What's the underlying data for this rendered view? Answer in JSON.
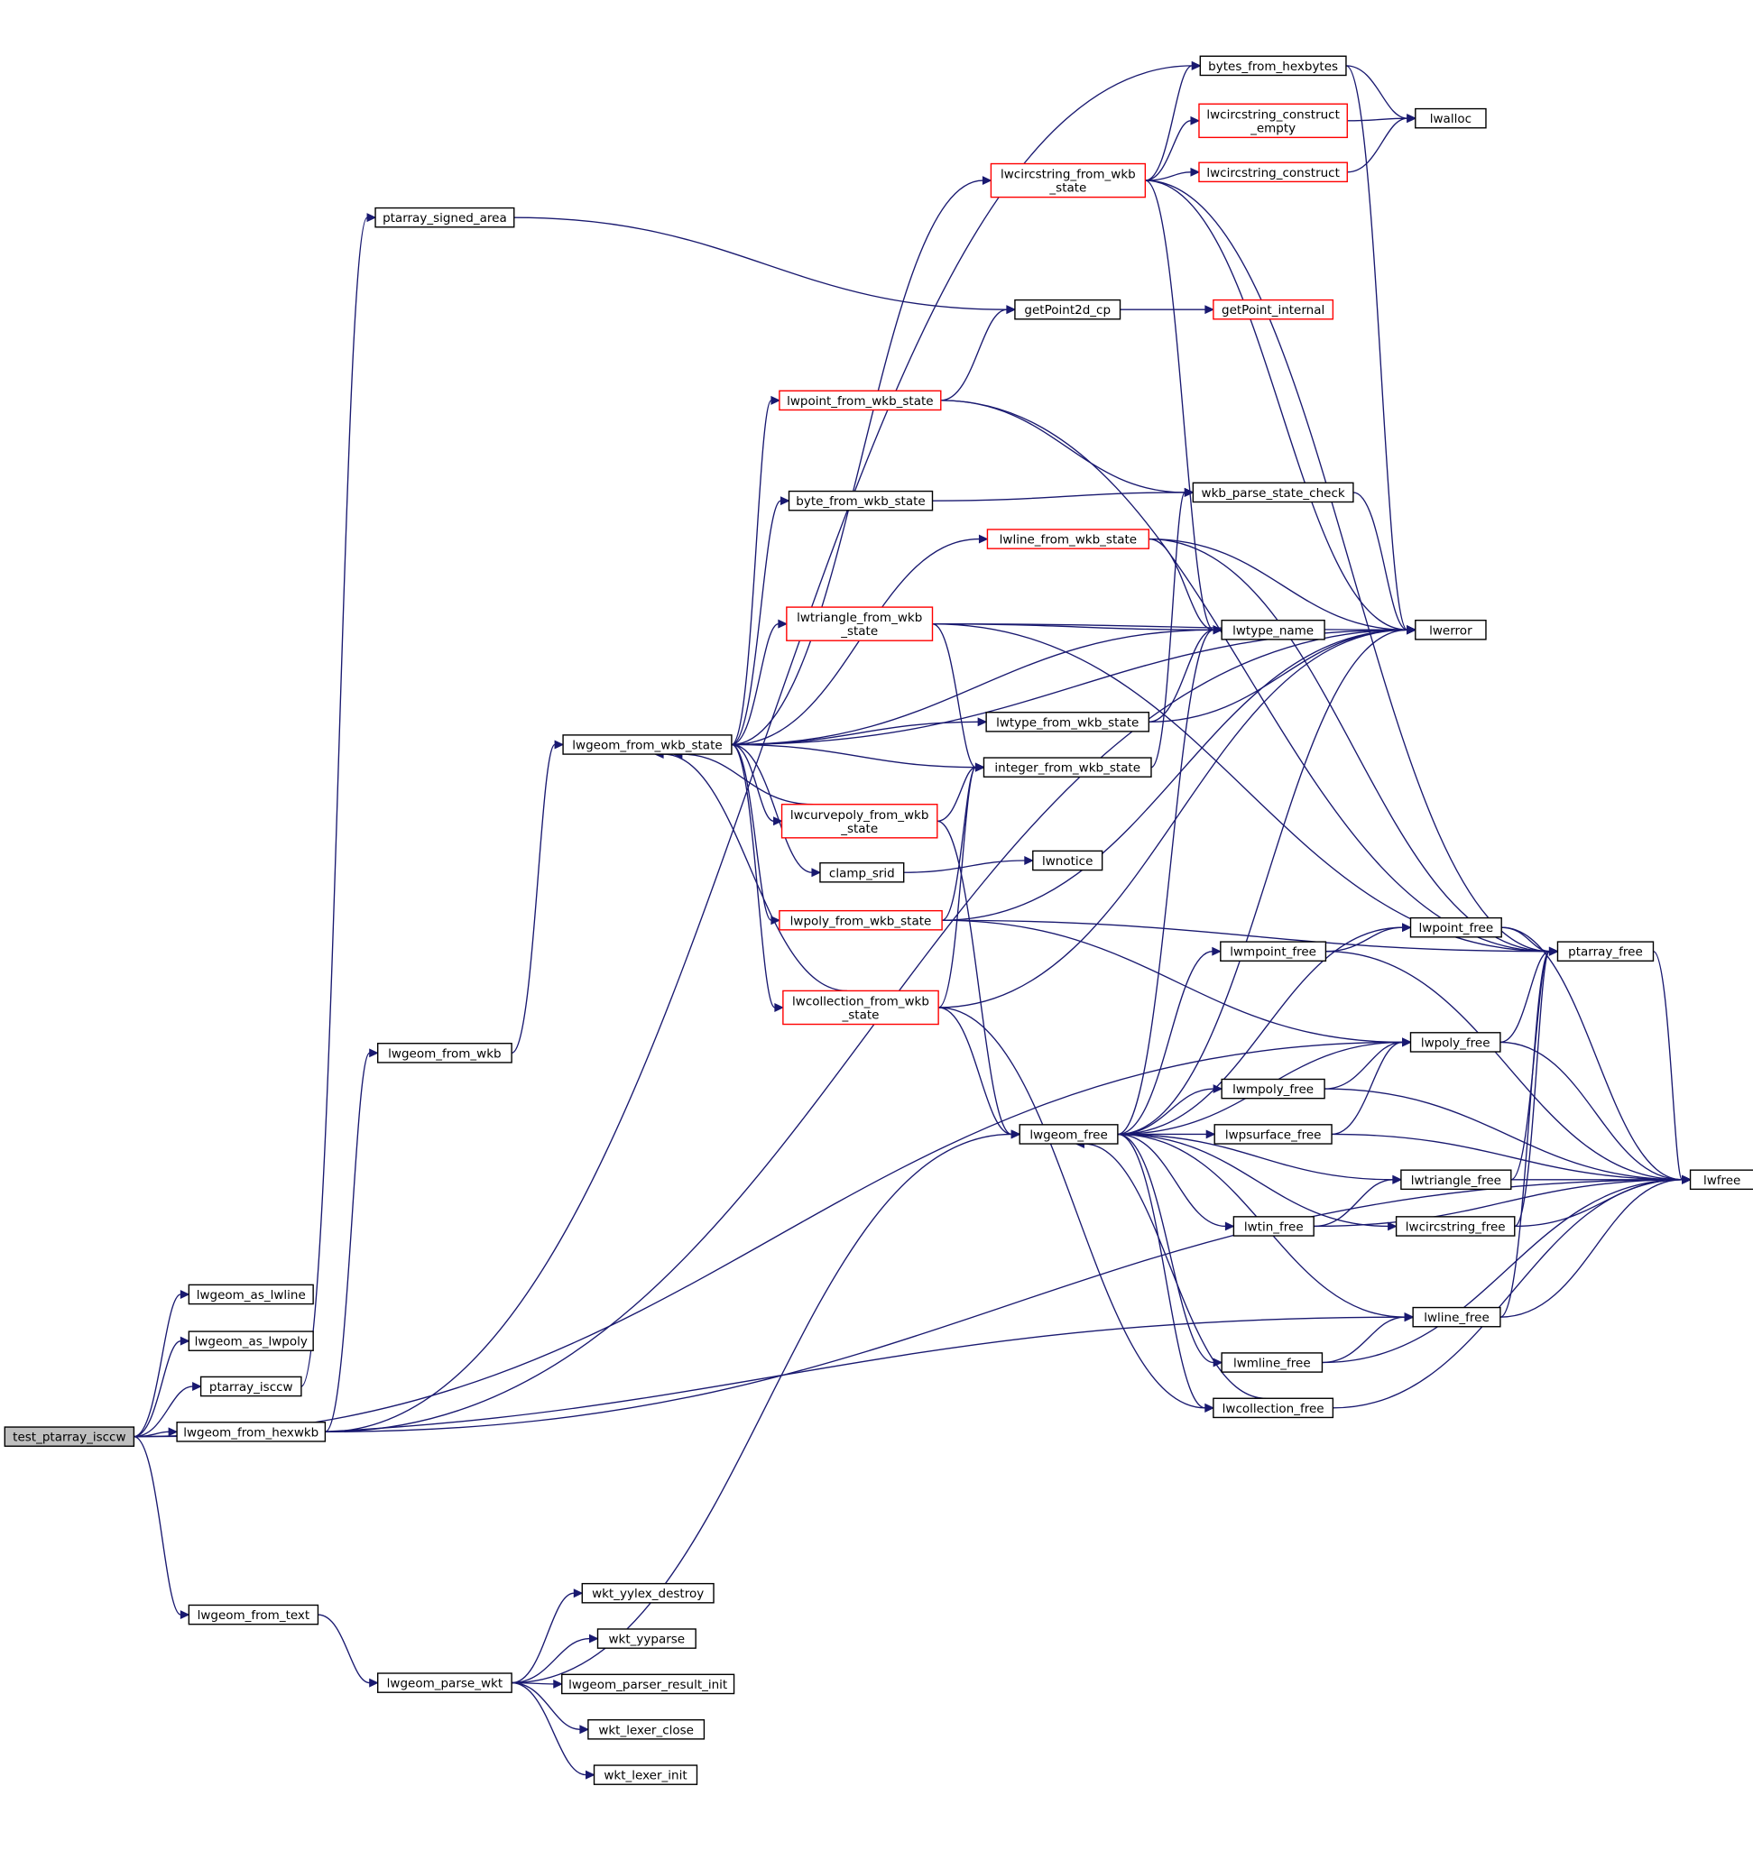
{
  "colors": {
    "edge": "#191970",
    "node_border_default": "#000000",
    "node_border_red": "#ff0000",
    "root_fill": "#bfbfbf",
    "node_fill": "#ffffff"
  },
  "nodes": [
    {
      "id": "test_ptarray_isccw",
      "lines": [
        "test_ptarray_isccw"
      ],
      "root": true
    },
    {
      "id": "lwgeom_as_lwline",
      "lines": [
        "lwgeom_as_lwline"
      ]
    },
    {
      "id": "lwgeom_as_lwpoly",
      "lines": [
        "lwgeom_as_lwpoly"
      ]
    },
    {
      "id": "ptarray_isccw",
      "lines": [
        "ptarray_isccw"
      ]
    },
    {
      "id": "lwgeom_from_hexwkb",
      "lines": [
        "lwgeom_from_hexwkb"
      ]
    },
    {
      "id": "lwgeom_from_text",
      "lines": [
        "lwgeom_from_text"
      ]
    },
    {
      "id": "ptarray_signed_area",
      "lines": [
        "ptarray_signed_area"
      ]
    },
    {
      "id": "lwgeom_from_wkb",
      "lines": [
        "lwgeom_from_wkb"
      ]
    },
    {
      "id": "lwgeom_parse_wkt",
      "lines": [
        "lwgeom_parse_wkt"
      ]
    },
    {
      "id": "lwgeom_from_wkb_state",
      "lines": [
        "lwgeom_from_wkb_state"
      ]
    },
    {
      "id": "wkt_yylex_destroy",
      "lines": [
        "wkt_yylex_destroy"
      ]
    },
    {
      "id": "wkt_yyparse",
      "lines": [
        "wkt_yyparse"
      ]
    },
    {
      "id": "lwgeom_parser_result_init",
      "lines": [
        "lwgeom_parser_result_init"
      ]
    },
    {
      "id": "wkt_lexer_close",
      "lines": [
        "wkt_lexer_close"
      ]
    },
    {
      "id": "wkt_lexer_init",
      "lines": [
        "wkt_lexer_init"
      ]
    },
    {
      "id": "lwpoint_from_wkb_state",
      "lines": [
        "lwpoint_from_wkb_state"
      ],
      "red": true
    },
    {
      "id": "byte_from_wkb_state",
      "lines": [
        "byte_from_wkb_state"
      ]
    },
    {
      "id": "lwtriangle_from_wkb_state",
      "lines": [
        "lwtriangle_from_wkb",
        "_state"
      ],
      "red": true
    },
    {
      "id": "lwcurvepoly_from_wkb_state",
      "lines": [
        "lwcurvepoly_from_wkb",
        "_state"
      ],
      "red": true
    },
    {
      "id": "clamp_srid",
      "lines": [
        "clamp_srid"
      ]
    },
    {
      "id": "lwpoly_from_wkb_state",
      "lines": [
        "lwpoly_from_wkb_state"
      ],
      "red": true
    },
    {
      "id": "lwcollection_from_wkb_state",
      "lines": [
        "lwcollection_from_wkb",
        "_state"
      ],
      "red": true
    },
    {
      "id": "lwcircstring_from_wkb_state",
      "lines": [
        "lwcircstring_from_wkb",
        "_state"
      ],
      "red": true
    },
    {
      "id": "getPoint2d_cp",
      "lines": [
        "getPoint2d_cp"
      ]
    },
    {
      "id": "lwline_from_wkb_state",
      "lines": [
        "lwline_from_wkb_state"
      ],
      "red": true
    },
    {
      "id": "lwtype_from_wkb_state",
      "lines": [
        "lwtype_from_wkb_state"
      ]
    },
    {
      "id": "integer_from_wkb_state",
      "lines": [
        "integer_from_wkb_state"
      ]
    },
    {
      "id": "lwnotice",
      "lines": [
        "lwnotice"
      ]
    },
    {
      "id": "lwgeom_free",
      "lines": [
        "lwgeom_free"
      ]
    },
    {
      "id": "bytes_from_hexbytes",
      "lines": [
        "bytes_from_hexbytes"
      ]
    },
    {
      "id": "lwcircstring_construct_empty",
      "lines": [
        "lwcircstring_construct",
        "_empty"
      ],
      "red": true
    },
    {
      "id": "lwcircstring_construct",
      "lines": [
        "lwcircstring_construct"
      ],
      "red": true
    },
    {
      "id": "getPoint_internal",
      "lines": [
        "getPoint_internal"
      ],
      "red": true
    },
    {
      "id": "wkb_parse_state_check",
      "lines": [
        "wkb_parse_state_check"
      ]
    },
    {
      "id": "lwtype_name",
      "lines": [
        "lwtype_name"
      ]
    },
    {
      "id": "lwmpoint_free",
      "lines": [
        "lwmpoint_free"
      ]
    },
    {
      "id": "lwmpoly_free",
      "lines": [
        "lwmpoly_free"
      ]
    },
    {
      "id": "lwpsurface_free",
      "lines": [
        "lwpsurface_free"
      ]
    },
    {
      "id": "lwtin_free",
      "lines": [
        "lwtin_free"
      ]
    },
    {
      "id": "lwmline_free",
      "lines": [
        "lwmline_free"
      ]
    },
    {
      "id": "lwcollection_free",
      "lines": [
        "lwcollection_free"
      ]
    },
    {
      "id": "lwalloc",
      "lines": [
        "lwalloc"
      ]
    },
    {
      "id": "lwerror",
      "lines": [
        "lwerror"
      ]
    },
    {
      "id": "lwpoint_free",
      "lines": [
        "lwpoint_free"
      ]
    },
    {
      "id": "lwpoly_free",
      "lines": [
        "lwpoly_free"
      ]
    },
    {
      "id": "lwtriangle_free",
      "lines": [
        "lwtriangle_free"
      ]
    },
    {
      "id": "lwcircstring_free",
      "lines": [
        "lwcircstring_free"
      ]
    },
    {
      "id": "lwline_free",
      "lines": [
        "lwline_free"
      ]
    },
    {
      "id": "ptarray_free",
      "lines": [
        "ptarray_free"
      ]
    },
    {
      "id": "lwfree",
      "lines": [
        "lwfree"
      ]
    }
  ],
  "edges": [
    [
      "test_ptarray_isccw",
      "lwgeom_as_lwline"
    ],
    [
      "test_ptarray_isccw",
      "lwgeom_as_lwpoly"
    ],
    [
      "test_ptarray_isccw",
      "ptarray_isccw"
    ],
    [
      "test_ptarray_isccw",
      "lwgeom_from_hexwkb"
    ],
    [
      "test_ptarray_isccw",
      "lwgeom_from_text"
    ],
    [
      "test_ptarray_isccw",
      "lwline_free"
    ],
    [
      "test_ptarray_isccw",
      "lwpoly_free"
    ],
    [
      "ptarray_isccw",
      "ptarray_signed_area"
    ],
    [
      "ptarray_signed_area",
      "getPoint2d_cp"
    ],
    [
      "lwgeom_from_hexwkb",
      "lwgeom_from_wkb"
    ],
    [
      "lwgeom_from_hexwkb",
      "bytes_from_hexbytes"
    ],
    [
      "lwgeom_from_hexwkb",
      "lwerror"
    ],
    [
      "lwgeom_from_hexwkb",
      "lwfree"
    ],
    [
      "lwgeom_from_wkb",
      "lwgeom_from_wkb_state"
    ],
    [
      "lwgeom_from_text",
      "lwgeom_parse_wkt"
    ],
    [
      "lwgeom_parse_wkt",
      "wkt_yylex_destroy"
    ],
    [
      "lwgeom_parse_wkt",
      "wkt_yyparse"
    ],
    [
      "lwgeom_parse_wkt",
      "lwgeom_parser_result_init"
    ],
    [
      "lwgeom_parse_wkt",
      "wkt_lexer_close"
    ],
    [
      "lwgeom_parse_wkt",
      "wkt_lexer_init"
    ],
    [
      "lwgeom_parse_wkt",
      "lwgeom_free"
    ],
    [
      "lwgeom_from_wkb_state",
      "lwcircstring_from_wkb_state"
    ],
    [
      "lwgeom_from_wkb_state",
      "lwerror"
    ],
    [
      "lwgeom_from_wkb_state",
      "lwpoint_from_wkb_state"
    ],
    [
      "lwgeom_from_wkb_state",
      "byte_from_wkb_state"
    ],
    [
      "lwgeom_from_wkb_state",
      "lwline_from_wkb_state"
    ],
    [
      "lwgeom_from_wkb_state",
      "lwtriangle_from_wkb_state"
    ],
    [
      "lwgeom_from_wkb_state",
      "lwtype_name"
    ],
    [
      "lwgeom_from_wkb_state",
      "lwtype_from_wkb_state"
    ],
    [
      "lwgeom_from_wkb_state",
      "integer_from_wkb_state"
    ],
    [
      "lwgeom_from_wkb_state",
      "lwcurvepoly_from_wkb_state"
    ],
    [
      "lwgeom_from_wkb_state",
      "clamp_srid"
    ],
    [
      "lwgeom_from_wkb_state",
      "lwpoly_from_wkb_state"
    ],
    [
      "lwgeom_from_wkb_state",
      "lwcollection_from_wkb_state"
    ],
    [
      "lwcurvepoly_from_wkb_state",
      "lwgeom_from_wkb_state"
    ],
    [
      "lwcollection_from_wkb_state",
      "lwgeom_from_wkb_state"
    ],
    [
      "lwcurvepoly_from_wkb_state",
      "integer_from_wkb_state"
    ],
    [
      "lwcurvepoly_from_wkb_state",
      "lwgeom_free"
    ],
    [
      "lwcollection_from_wkb_state",
      "integer_from_wkb_state"
    ],
    [
      "lwcollection_from_wkb_state",
      "lwgeom_free"
    ],
    [
      "lwcollection_from_wkb_state",
      "lwerror"
    ],
    [
      "lwcollection_from_wkb_state",
      "lwcollection_free"
    ],
    [
      "lwpoly_from_wkb_state",
      "integer_from_wkb_state"
    ],
    [
      "lwpoly_from_wkb_state",
      "lwerror"
    ],
    [
      "lwpoly_from_wkb_state",
      "lwpoly_free"
    ],
    [
      "lwpoly_from_wkb_state",
      "ptarray_free"
    ],
    [
      "lwpoint_from_wkb_state",
      "getPoint2d_cp"
    ],
    [
      "lwpoint_from_wkb_state",
      "wkb_parse_state_check"
    ],
    [
      "lwpoint_from_wkb_state",
      "ptarray_free"
    ],
    [
      "byte_from_wkb_state",
      "wkb_parse_state_check"
    ],
    [
      "lwline_from_wkb_state",
      "lwerror"
    ],
    [
      "lwline_from_wkb_state",
      "lwtype_name"
    ],
    [
      "lwline_from_wkb_state",
      "ptarray_free"
    ],
    [
      "lwtriangle_from_wkb_state",
      "lwerror"
    ],
    [
      "lwtriangle_from_wkb_state",
      "lwtype_name"
    ],
    [
      "lwtriangle_from_wkb_state",
      "integer_from_wkb_state"
    ],
    [
      "lwtriangle_from_wkb_state",
      "ptarray_free"
    ],
    [
      "lwtype_from_wkb_state",
      "lwtype_name"
    ],
    [
      "lwtype_from_wkb_state",
      "lwerror"
    ],
    [
      "integer_from_wkb_state",
      "wkb_parse_state_check"
    ],
    [
      "clamp_srid",
      "lwnotice"
    ],
    [
      "lwcircstring_from_wkb_state",
      "bytes_from_hexbytes"
    ],
    [
      "lwcircstring_from_wkb_state",
      "lwcircstring_construct_empty"
    ],
    [
      "lwcircstring_from_wkb_state",
      "lwcircstring_construct"
    ],
    [
      "lwcircstring_from_wkb_state",
      "lwerror"
    ],
    [
      "lwcircstring_from_wkb_state",
      "lwtype_name"
    ],
    [
      "lwcircstring_from_wkb_state",
      "ptarray_free"
    ],
    [
      "getPoint2d_cp",
      "getPoint_internal"
    ],
    [
      "bytes_from_hexbytes",
      "lwalloc"
    ],
    [
      "bytes_from_hexbytes",
      "lwerror"
    ],
    [
      "lwcircstring_construct_empty",
      "lwalloc"
    ],
    [
      "lwcircstring_construct",
      "lwalloc"
    ],
    [
      "wkb_parse_state_check",
      "lwerror"
    ],
    [
      "lwgeom_free",
      "lwtype_name"
    ],
    [
      "lwgeom_free",
      "lwerror"
    ],
    [
      "lwgeom_free",
      "lwpoint_free"
    ],
    [
      "lwgeom_free",
      "lwmpoint_free"
    ],
    [
      "lwgeom_free",
      "lwpoly_free"
    ],
    [
      "lwgeom_free",
      "lwmpoly_free"
    ],
    [
      "lwgeom_free",
      "lwpsurface_free"
    ],
    [
      "lwgeom_free",
      "lwtriangle_free"
    ],
    [
      "lwgeom_free",
      "lwtin_free"
    ],
    [
      "lwgeom_free",
      "lwcircstring_free"
    ],
    [
      "lwgeom_free",
      "lwline_free"
    ],
    [
      "lwgeom_free",
      "lwmline_free"
    ],
    [
      "lwgeom_free",
      "lwcollection_free"
    ],
    [
      "lwcollection_free",
      "lwgeom_free"
    ],
    [
      "lwmpoint_free",
      "lwpoint_free"
    ],
    [
      "lwmpoint_free",
      "lwfree"
    ],
    [
      "lwmpoly_free",
      "lwpoly_free"
    ],
    [
      "lwmpoly_free",
      "lwfree"
    ],
    [
      "lwpsurface_free",
      "lwpoly_free"
    ],
    [
      "lwpsurface_free",
      "lwfree"
    ],
    [
      "lwtin_free",
      "lwtriangle_free"
    ],
    [
      "lwtin_free",
      "lwfree"
    ],
    [
      "lwmline_free",
      "lwline_free"
    ],
    [
      "lwmline_free",
      "lwfree"
    ],
    [
      "lwcollection_free",
      "lwfree"
    ],
    [
      "lwpoint_free",
      "ptarray_free"
    ],
    [
      "lwpoint_free",
      "lwfree"
    ],
    [
      "lwpoly_free",
      "ptarray_free"
    ],
    [
      "lwpoly_free",
      "lwfree"
    ],
    [
      "lwtriangle_free",
      "ptarray_free"
    ],
    [
      "lwtriangle_free",
      "lwfree"
    ],
    [
      "lwcircstring_free",
      "ptarray_free"
    ],
    [
      "lwcircstring_free",
      "lwfree"
    ],
    [
      "lwline_free",
      "ptarray_free"
    ],
    [
      "lwline_free",
      "lwfree"
    ],
    [
      "ptarray_free",
      "lwfree"
    ]
  ]
}
